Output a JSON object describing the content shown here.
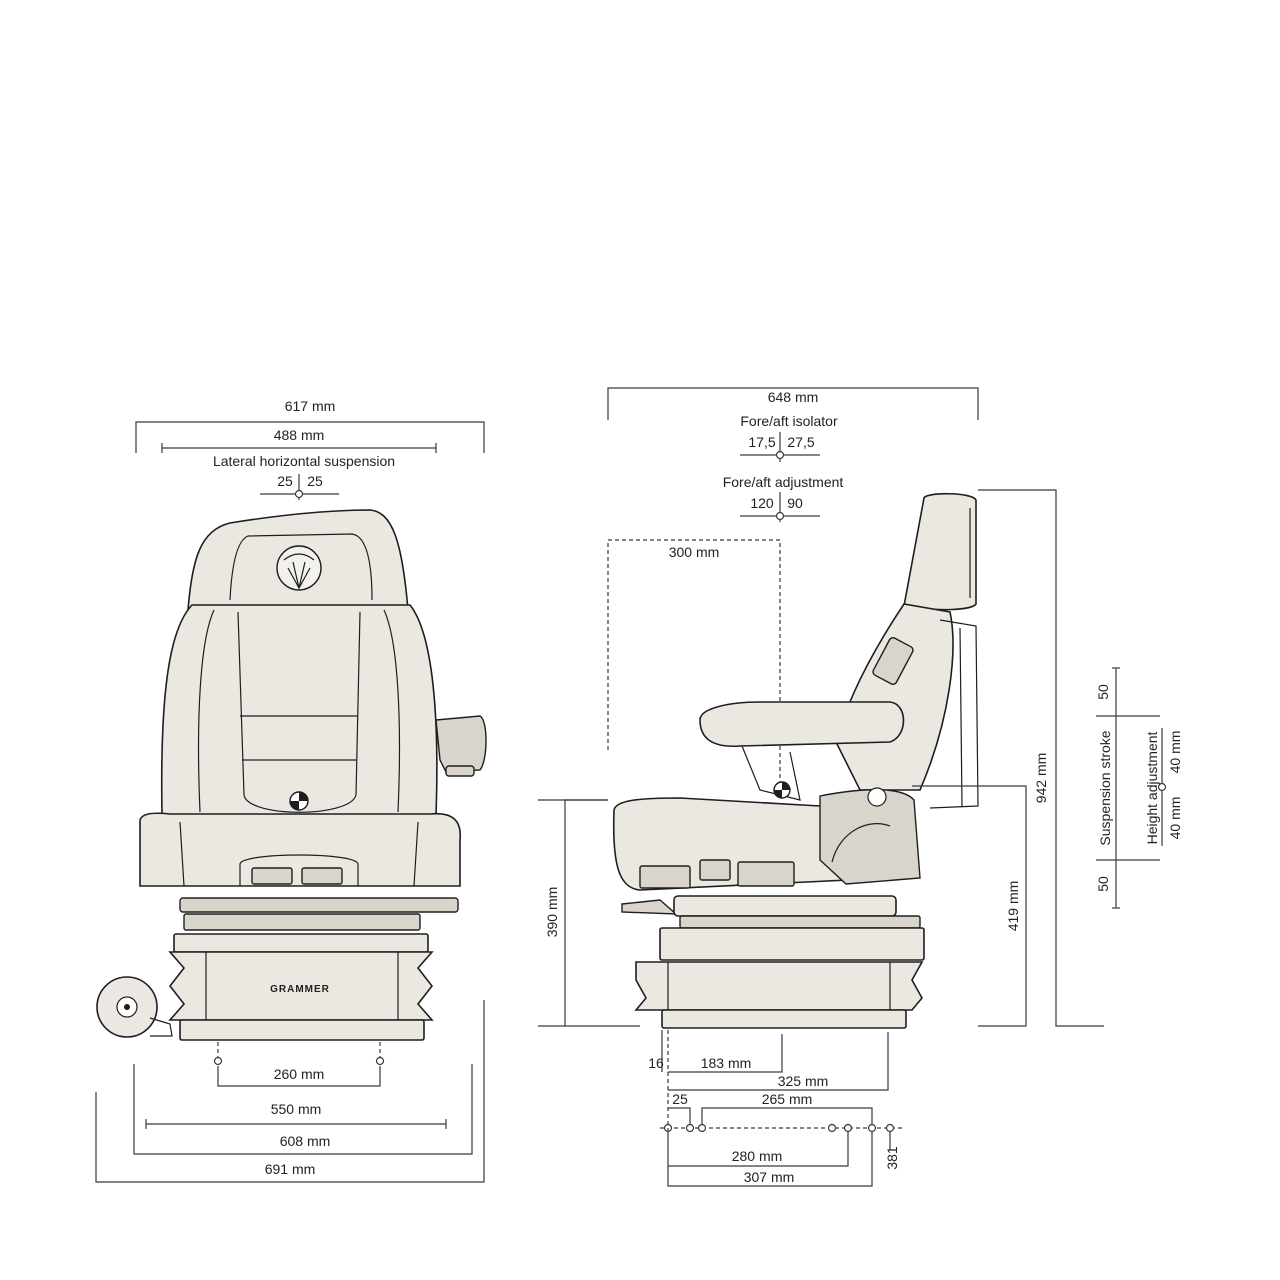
{
  "front_view": {
    "width_total": "617 mm",
    "width_backrest": "488 mm",
    "lateral_label": "Lateral horizontal suspension",
    "lateral_left": "25",
    "lateral_right": "25",
    "mount_spacing": "260 mm",
    "width_550": "550 mm",
    "width_608": "608 mm",
    "width_691": "691 mm",
    "brand": "GRAMMER"
  },
  "side_view": {
    "depth_total": "648 mm",
    "isolator_label": "Fore/aft isolator",
    "isolator_left": "17,5",
    "isolator_right": "27,5",
    "adjust_label": "Fore/aft adjustment",
    "adjust_left": "120",
    "adjust_right": "90",
    "backrest_offset": "300 mm",
    "seat_height": "390 mm",
    "height_419": "419 mm",
    "height_942": "942 mm",
    "suspension_stroke": "Suspension stroke",
    "stroke_top": "50",
    "stroke_bottom": "50",
    "height_adjustment": "Height adjustment",
    "height_adj_top": "40 mm",
    "height_adj_bottom": "40 mm",
    "dim_16": "16",
    "dim_183": "183 mm",
    "dim_325": "325 mm",
    "dim_25": "25",
    "dim_265": "265 mm",
    "dim_280": "280 mm",
    "dim_307": "307 mm",
    "dim_381": "381"
  }
}
